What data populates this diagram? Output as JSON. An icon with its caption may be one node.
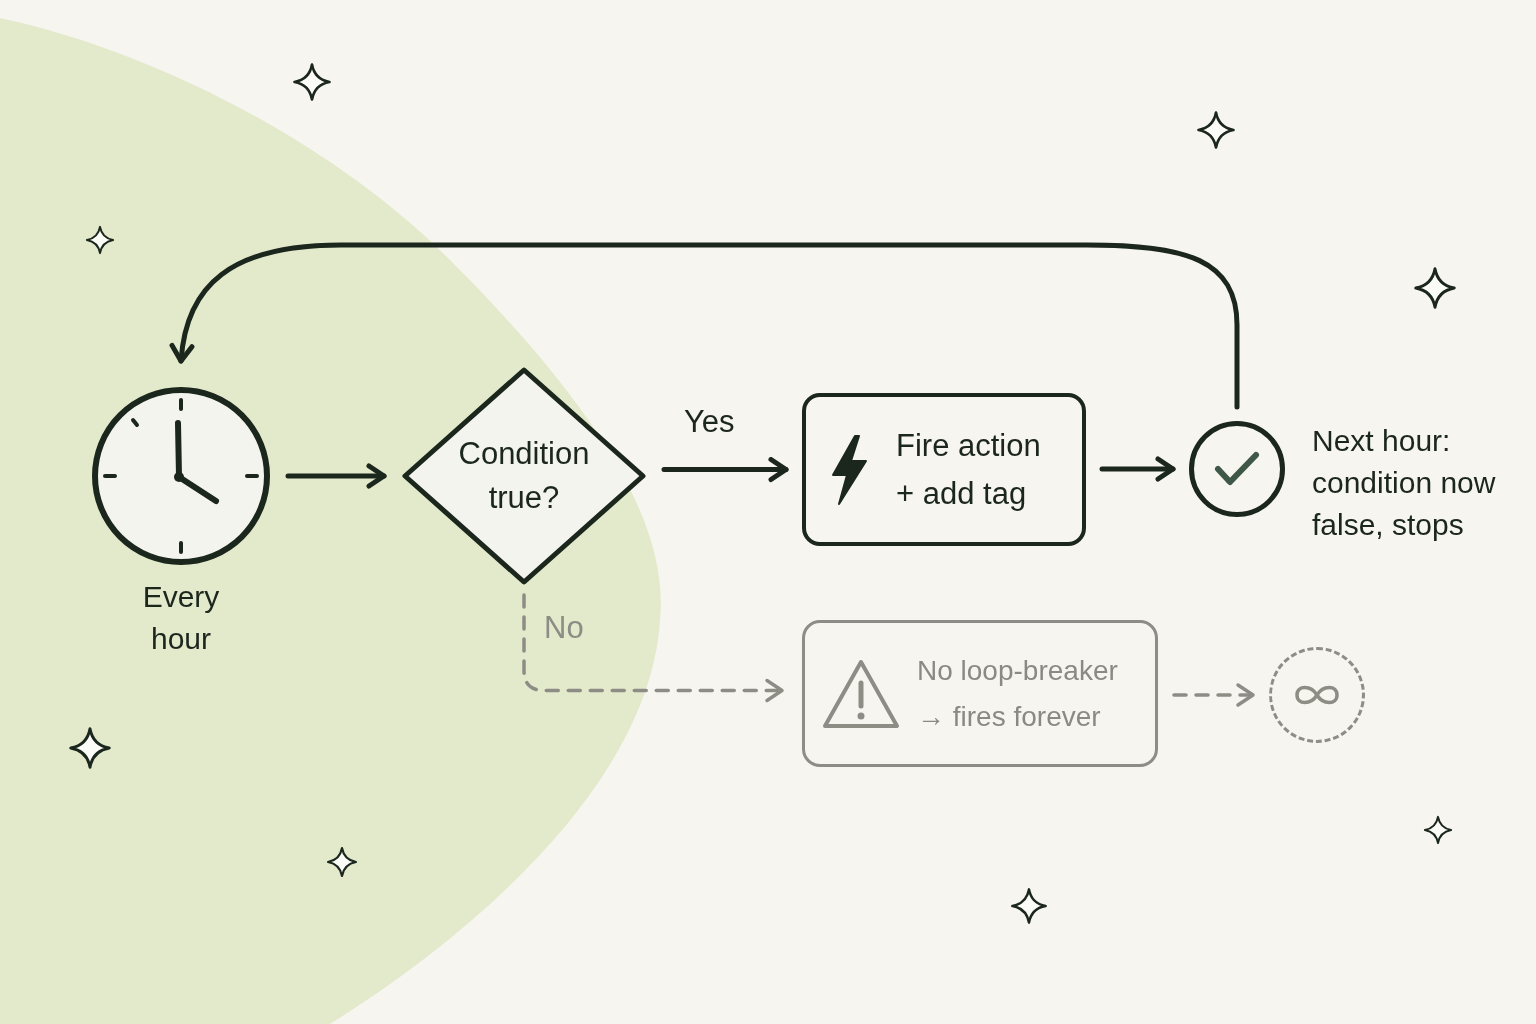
{
  "diagram": {
    "nodes": [
      {
        "text": [],
        "shape": "picture",
        "beside": [
          "Every hour"
        ]
      },
      {
        "text": [
          "Condition true?"
        ]
      },
      {
        "text": [
          "Fire action + add tag"
        ]
      },
      {
        "text": [],
        "shape": "circle",
        "beside": [
          "Next hour: condition now false, stops"
        ]
      },
      {
        "text": [
          "No loop-breaker → fires forever"
        ]
      },
      {
        "text": [],
        "shape": "circle"
      }
    ],
    "edges": [
      {
        "from": 0,
        "to": 1,
        "arrow": "to"
      },
      {
        "from": 1,
        "to": 2,
        "arrow": "to",
        "label": "Yes"
      },
      {
        "from": 2,
        "to": 3,
        "arrow": "to"
      },
      {
        "from": 3,
        "to": 0,
        "arrow": "to"
      },
      {
        "from": 1,
        "to": 4,
        "arrow": "to",
        "label": "No",
        "style": "dashed",
        "color": "#8d8d86"
      },
      {
        "from": 4,
        "to": 5,
        "arrow": "to",
        "style": "dashed",
        "color": "#8d8d86"
      }
    ]
  }
}
